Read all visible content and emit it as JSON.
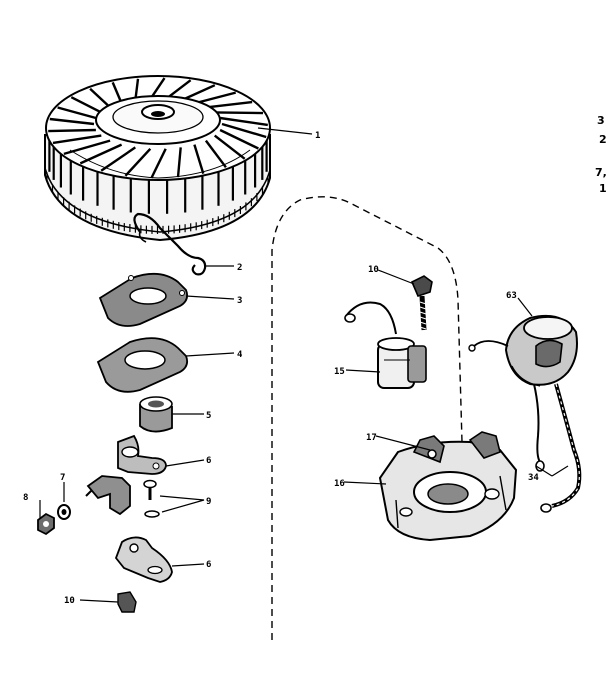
{
  "header": {
    "line1": "",
    "line2": ""
  },
  "edge_marks": [
    "3",
    "2",
    "7,",
    "1"
  ],
  "parts": [
    {
      "id": "flywheel",
      "label": "1"
    },
    {
      "id": "spring-clip",
      "label": "2"
    },
    {
      "id": "cover-plate",
      "label": "3"
    },
    {
      "id": "gasket",
      "label": "4"
    },
    {
      "id": "bushing",
      "label": "5"
    },
    {
      "id": "breaker-arm",
      "label": "6"
    },
    {
      "id": "washer",
      "label": "7"
    },
    {
      "id": "nut",
      "label": "8"
    },
    {
      "id": "screw-washer",
      "label": "9"
    },
    {
      "id": "breaker-plate",
      "label": "6"
    },
    {
      "id": "felt-pad",
      "label": "10"
    },
    {
      "id": "clamp-screw",
      "label": "10"
    },
    {
      "id": "condenser",
      "label": "15"
    },
    {
      "id": "bracket-screw",
      "label": "17"
    },
    {
      "id": "stator-plate",
      "label": "16"
    },
    {
      "id": "ignition-coil",
      "label": "63"
    },
    {
      "id": "coil-leads",
      "label": "34"
    }
  ]
}
